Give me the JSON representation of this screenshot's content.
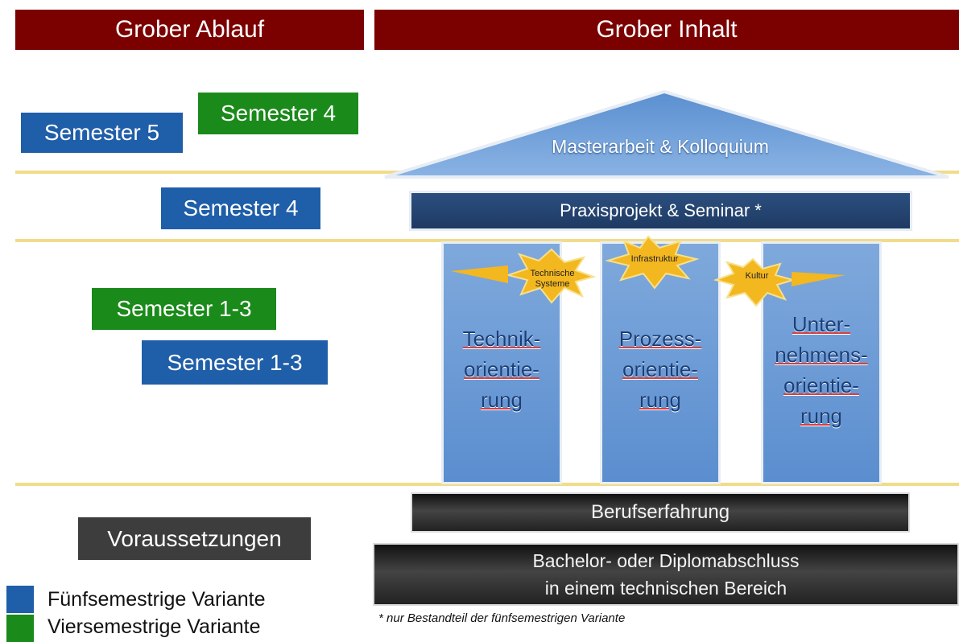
{
  "headers": {
    "left": "Grober Ablauf",
    "right": "Grober Inhalt"
  },
  "semesters": {
    "five_top": "Semester 5",
    "four_green": "Semester 4",
    "four_blue": "Semester 4",
    "one_three_green": "Semester 1-3",
    "one_three_blue": "Semester 1-3"
  },
  "prerequisites": "Voraussetzungen",
  "legend": {
    "five": {
      "label": "Fünfsemestrige Variante",
      "color": "#1f5ea8"
    },
    "four": {
      "label": "Viersemestrige Variante",
      "color": "#1a8a1a"
    }
  },
  "house": {
    "roof": "Masterarbeit & Kolloquium",
    "beam": "Praxisprojekt & Seminar *",
    "stars": [
      "Technische Systeme",
      "Infrastruktur",
      "Kultur"
    ],
    "pillars": [
      [
        "Technik-",
        "orientie-",
        "rung"
      ],
      [
        "Prozess-",
        "orientie-",
        "rung"
      ],
      [
        "Unter-",
        "nehmens-",
        "orientie-",
        "rung"
      ]
    ],
    "experience": "Berufserfahrung",
    "degree": [
      "Bachelor- oder Diplomabschluss",
      "in einem technischen Bereich"
    ],
    "footnote": "* nur Bestandteil der fünfsemestrigen Variante"
  },
  "colors": {
    "header": "#7b0000",
    "blue": "#1f5ea8",
    "green": "#1a8a1a",
    "divider": "#f0dc8a"
  }
}
